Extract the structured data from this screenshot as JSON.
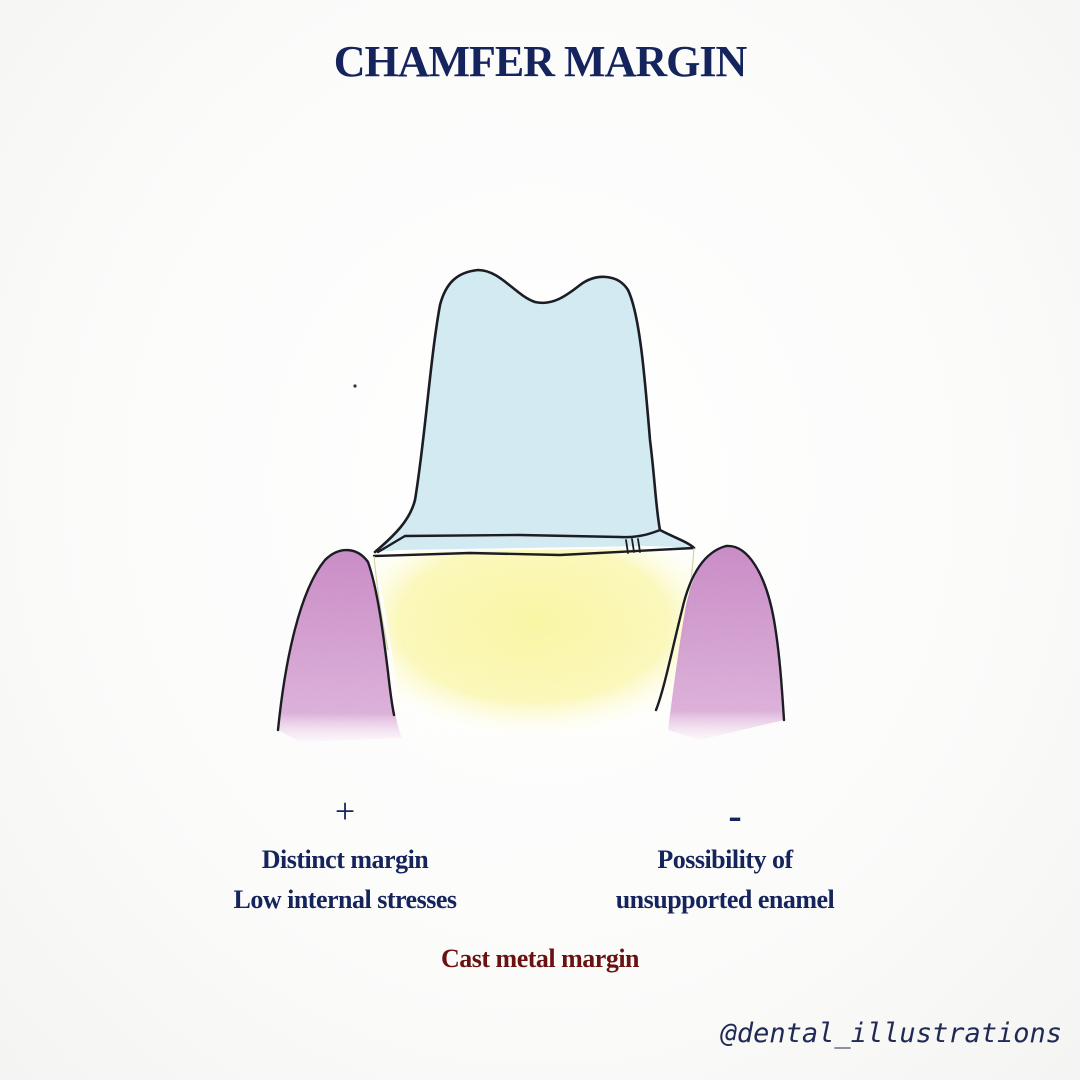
{
  "title": "CHAMFER MARGIN",
  "pros": {
    "symbol": "+",
    "lines": [
      "Distinct margin",
      "Low internal stresses"
    ]
  },
  "cons": {
    "symbol": "-",
    "lines": [
      "Possibility of",
      "unsupported enamel"
    ]
  },
  "note": "Cast metal margin",
  "credit": "@dental_illustrations",
  "colors": {
    "title": "#15245c",
    "body_text": "#15245c",
    "note_text": "#6a1212",
    "crown_fill": "#cfe7ee",
    "tooth_root_fill": "#f5f2a6",
    "gingiva_fill": "#c98fc6",
    "outline": "#1c1c24"
  }
}
